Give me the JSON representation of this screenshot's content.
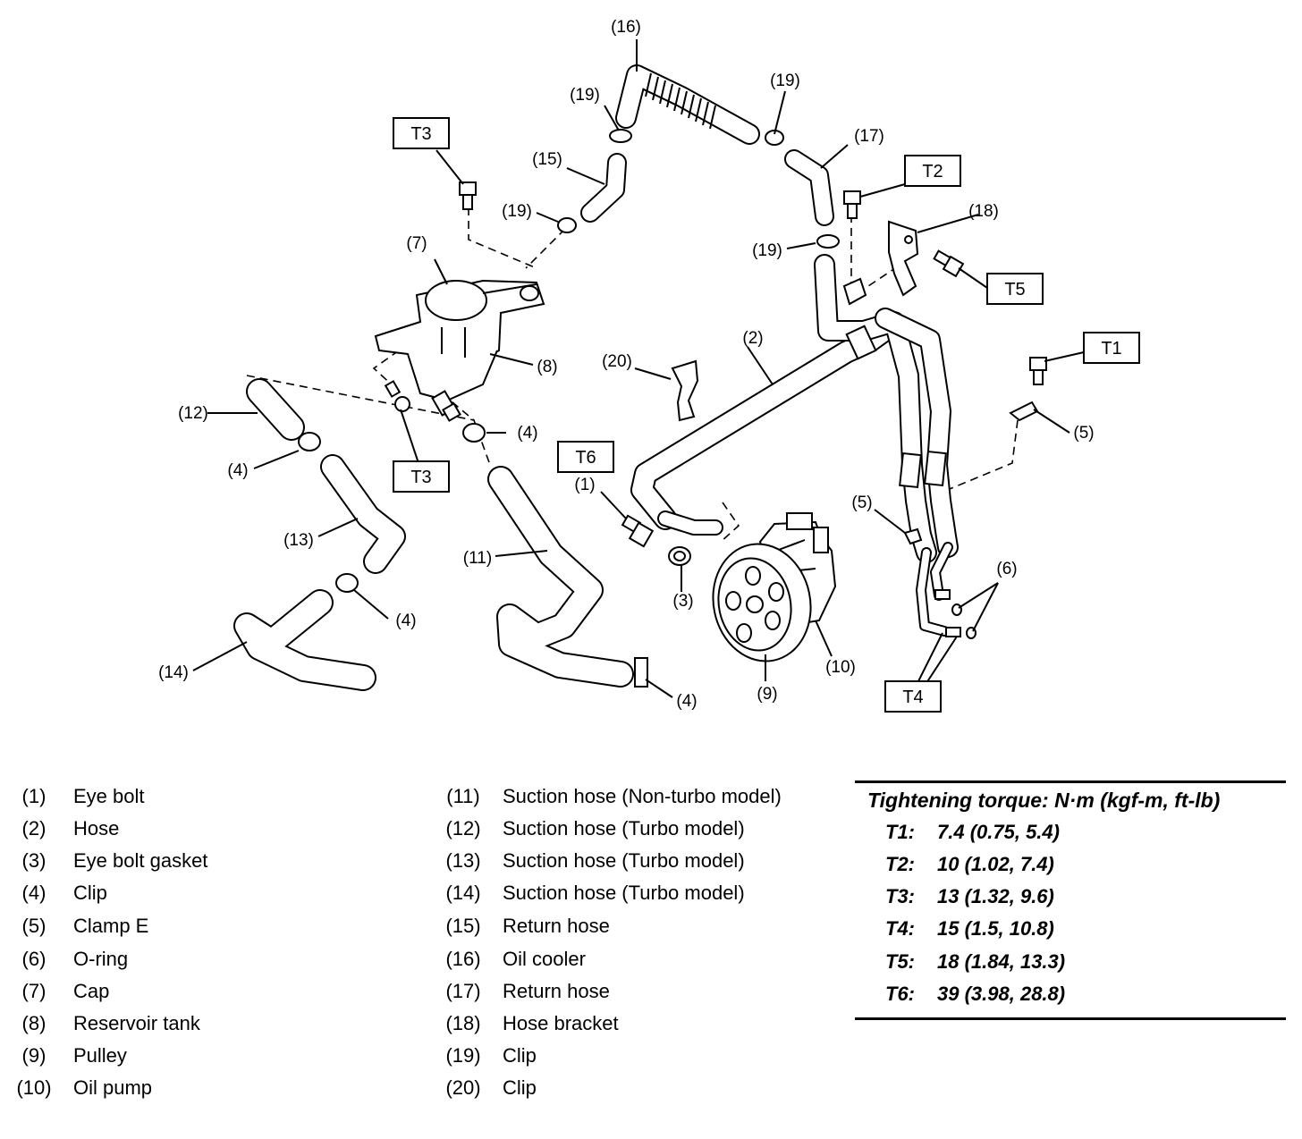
{
  "callouts": {
    "c1": "(1)",
    "c2": "(2)",
    "c3": "(3)",
    "c4": "(4)",
    "c5": "(5)",
    "c6": "(6)",
    "c7": "(7)",
    "c8": "(8)",
    "c9": "(9)",
    "c10": "(10)",
    "c11": "(11)",
    "c12": "(12)",
    "c13": "(13)",
    "c14": "(14)",
    "c15": "(15)",
    "c16": "(16)",
    "c17": "(17)",
    "c18": "(18)",
    "c19": "(19)",
    "c20": "(20)"
  },
  "torque_codes": {
    "t1": "T1",
    "t2": "T2",
    "t3": "T3",
    "t4": "T4",
    "t5": "T5",
    "t6": "T6"
  },
  "legend": [
    {
      "num": "(1)",
      "name": "Eye bolt"
    },
    {
      "num": "(2)",
      "name": "Hose"
    },
    {
      "num": "(3)",
      "name": "Eye bolt gasket"
    },
    {
      "num": "(4)",
      "name": "Clip"
    },
    {
      "num": "(5)",
      "name": "Clamp E"
    },
    {
      "num": "(6)",
      "name": "O-ring"
    },
    {
      "num": "(7)",
      "name": "Cap"
    },
    {
      "num": "(8)",
      "name": "Reservoir tank"
    },
    {
      "num": "(9)",
      "name": "Pulley"
    },
    {
      "num": "(10)",
      "name": "Oil pump"
    },
    {
      "num": "(11)",
      "name": "Suction hose (Non-turbo model)"
    },
    {
      "num": "(12)",
      "name": "Suction hose (Turbo model)"
    },
    {
      "num": "(13)",
      "name": "Suction hose (Turbo model)"
    },
    {
      "num": "(14)",
      "name": "Suction hose (Turbo model)"
    },
    {
      "num": "(15)",
      "name": "Return hose"
    },
    {
      "num": "(16)",
      "name": "Oil cooler"
    },
    {
      "num": "(17)",
      "name": "Return hose"
    },
    {
      "num": "(18)",
      "name": "Hose bracket"
    },
    {
      "num": "(19)",
      "name": "Clip"
    },
    {
      "num": "(20)",
      "name": "Clip"
    }
  ],
  "torque": {
    "title": "Tightening torque: N·m (kgf-m, ft-lb)",
    "rows": [
      {
        "code": "T1:",
        "value": "7.4 (0.75, 5.4)"
      },
      {
        "code": "T2:",
        "value": "10 (1.02, 7.4)"
      },
      {
        "code": "T3:",
        "value": "13 (1.32, 9.6)"
      },
      {
        "code": "T4:",
        "value": "15 (1.5, 10.8)"
      },
      {
        "code": "T5:",
        "value": "18 (1.84, 13.3)"
      },
      {
        "code": "T6:",
        "value": "39 (3.98, 28.8)"
      }
    ]
  }
}
